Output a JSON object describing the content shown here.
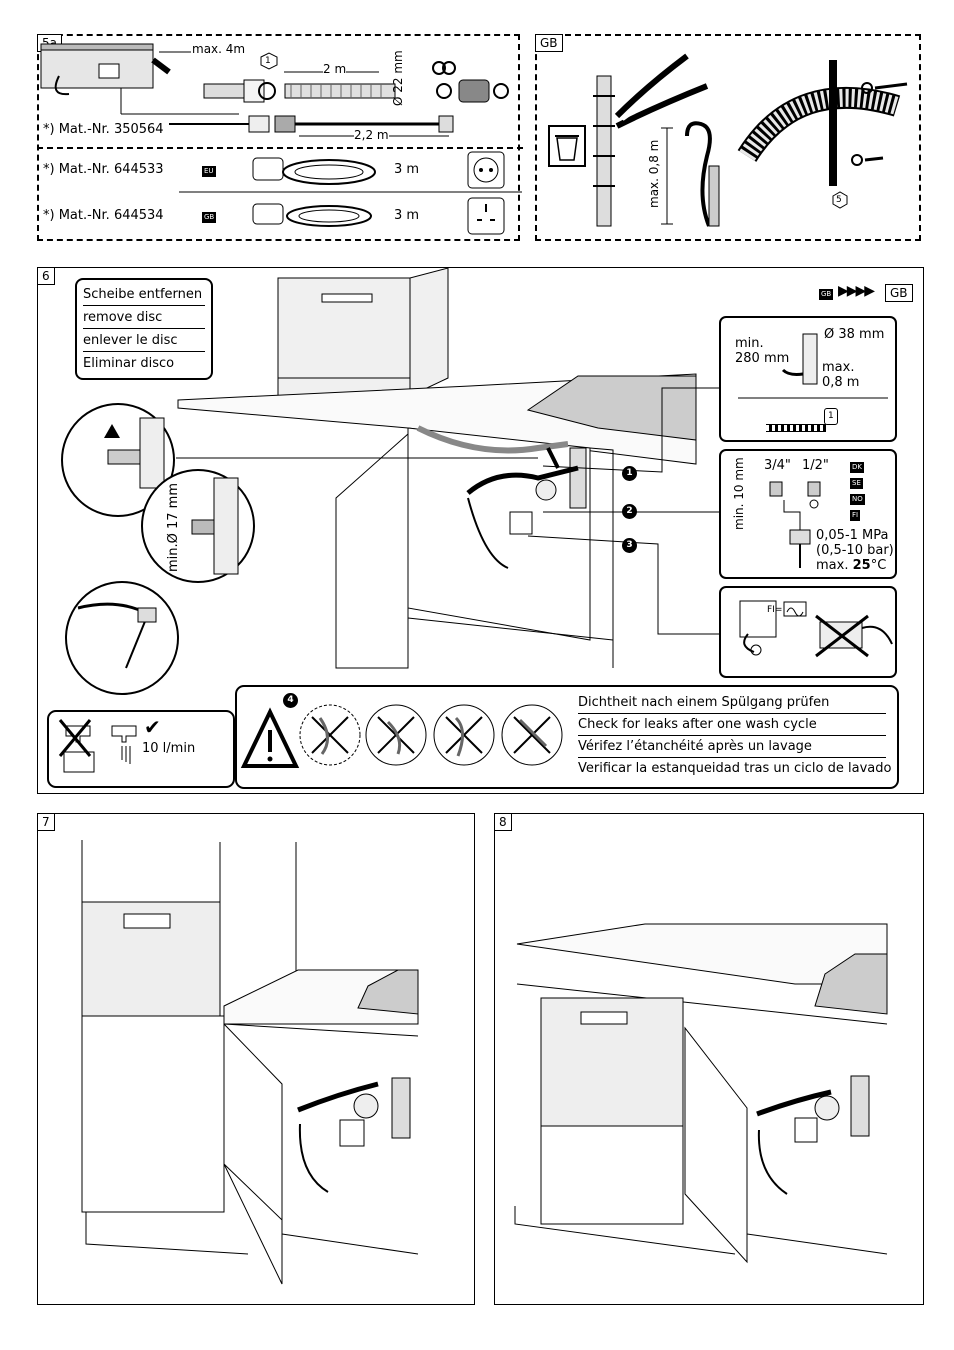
{
  "panel5a": {
    "label": "5a",
    "max_len": "max. 4m",
    "hose_len": "2 m",
    "diameter": "Ø 22 mm",
    "ext_len": "2,2 m",
    "mat1": "*) Mat.-Nr. 350564",
    "mat2": "*) Mat.-Nr. 644533",
    "mat2_badge": "EU",
    "mat2_len": "3 m",
    "mat3": "*) Mat.-Nr. 644534",
    "mat3_badge": "GB",
    "mat3_len": "3 m",
    "marker": "1"
  },
  "panelGB": {
    "label": "GB",
    "height": "max. 0,8 m",
    "marker": "5"
  },
  "panel6": {
    "label": "6",
    "remove_disc": [
      "Scheibe entfernen",
      "remove disc",
      "enlever le disc",
      "Eliminar disco"
    ],
    "gb_ref_badge": "GB",
    "gb_ref_label": "GB",
    "min_diam": "min.Ø 17 mm",
    "drain": {
      "min_label": "min.",
      "min_height": "280 mm",
      "diameter": "Ø 38 mm",
      "max_label": "max.",
      "max_height": "0,8 m",
      "marker": "1"
    },
    "water": {
      "min_thread": "min. 10 mm",
      "thread_a": "3/4\"",
      "thread_b": "1/2\"",
      "countries": [
        "DK",
        "SE",
        "NO",
        "FI"
      ],
      "pressure_mpa": "0,05-1 MPa",
      "pressure_bar": "(0,5-10 bar)",
      "max_temp_prefix": "max. ",
      "max_temp": "25",
      "max_temp_unit": "°C"
    },
    "fi_label": "FI=",
    "bubbles": [
      "1",
      "2",
      "3",
      "4"
    ],
    "flow": "10 l/min",
    "leak_check": [
      "Dichtheit nach einem Spülgang prüfen",
      "Check for leaks after one wash cycle",
      "Vérifez l’étanchéité après un lavage",
      "Verificar la estanqueidad tras un ciclo de lavado"
    ]
  },
  "panel7": {
    "label": "7"
  },
  "panel8": {
    "label": "8"
  }
}
